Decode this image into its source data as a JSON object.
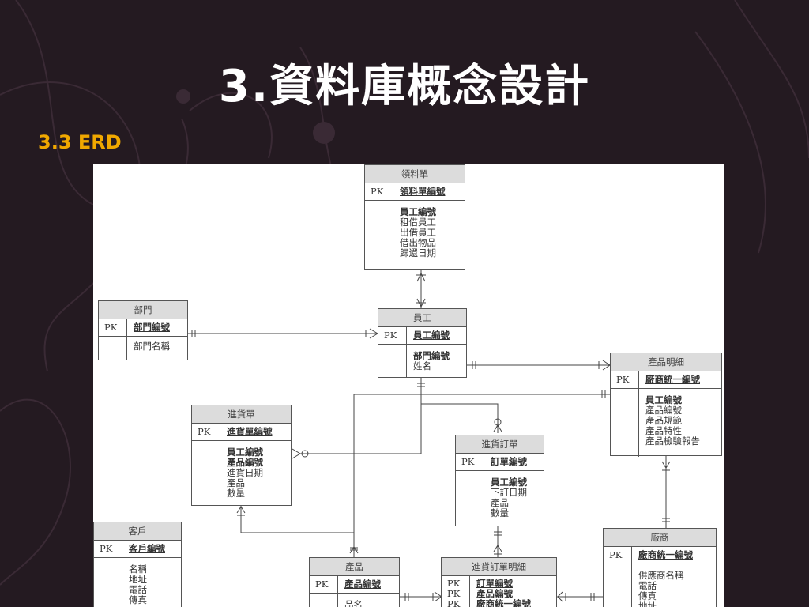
{
  "slide": {
    "title": "3.資料庫概念設計",
    "subtitle": "3.3 ERD"
  },
  "colors": {
    "background": "#241a21",
    "title": "#ffffff",
    "subtitle": "#f0a800"
  },
  "entities": {
    "lingliao": {
      "name": "領料單",
      "pk_label": "PK",
      "keys": [
        "領料單編號"
      ],
      "attributes": [
        "員工編號",
        "租借員工",
        "出借員工",
        "借出物品",
        "歸還日期"
      ]
    },
    "bumen": {
      "name": "部門",
      "pk_label": "PK",
      "keys": [
        "部門編號"
      ],
      "attributes": [
        "部門名稱"
      ]
    },
    "yuangong": {
      "name": "員工",
      "pk_label": "PK",
      "keys": [
        "員工編號"
      ],
      "attributes": [
        "部門編號",
        "姓名"
      ]
    },
    "chanpinmx": {
      "name": "產品明細",
      "pk_label": "PK",
      "keys": [
        "廠商統一編號"
      ],
      "attributes": [
        "員工編號",
        "產品編號",
        "產品規範",
        "產品特性",
        "產品檢驗報告"
      ]
    },
    "jinhuodan": {
      "name": "進貨單",
      "pk_label": "PK",
      "keys": [
        "進貨單編號"
      ],
      "attributes": [
        "員工編號",
        "產品編號",
        "進貨日期",
        "產品",
        "數量"
      ]
    },
    "jinhuodd": {
      "name": "進貨訂單",
      "pk_label": "PK",
      "keys": [
        "訂單編號"
      ],
      "attributes": [
        "員工編號",
        "下訂日期",
        "產品",
        "數量"
      ]
    },
    "kehu": {
      "name": "客戶",
      "pk_label": "PK",
      "keys": [
        "客戶編號"
      ],
      "attributes": [
        "名稱",
        "地址",
        "電話",
        "傳真"
      ]
    },
    "chanpin": {
      "name": "產品",
      "pk_label": "PK",
      "keys": [
        "產品編號"
      ],
      "attributes": [
        "品名"
      ]
    },
    "jinhuoddmx": {
      "name": "進貨訂單明細",
      "pk_labels": [
        "PK",
        "PK",
        "PK"
      ],
      "keys": [
        "訂單編號",
        "產品編號",
        "廠商統一編號"
      ],
      "attributes": []
    },
    "changshang": {
      "name": "廠商",
      "pk_label": "PK",
      "keys": [
        "廠商統一編號"
      ],
      "attributes": [
        "供應商名稱",
        "電話",
        "傳真",
        "地址"
      ]
    }
  }
}
